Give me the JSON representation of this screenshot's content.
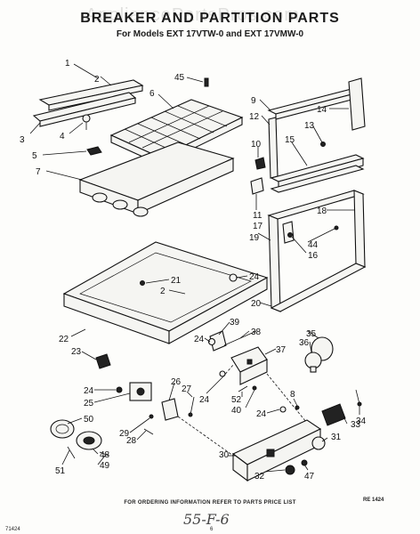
{
  "header": {
    "title": "BREAKER AND PARTITION PARTS",
    "models": "For Models EXT 17VTW-0 and EXT 17VMW-0"
  },
  "watermark": "AppliancePartsPros.com",
  "footer": {
    "ordering_note": "FOR ORDERING INFORMATION REFER TO PARTS PRICE LIST",
    "code_left": "71424",
    "page_number": "6",
    "code_right": "RE 1424",
    "handwritten": "55-F-6"
  },
  "callouts": {
    "c1": "1",
    "c2": "2",
    "c3": "3",
    "c4": "4",
    "c5": "5",
    "c6": "6",
    "c7": "7",
    "c45": "45",
    "c9": "9",
    "c12": "12",
    "c14": "14",
    "c13": "13",
    "c10": "10",
    "c15": "15",
    "c11": "11",
    "c17": "17",
    "c18": "18",
    "c19": "19",
    "c44": "44",
    "c16": "16",
    "c24a": "24",
    "c21": "21",
    "c2b": "2",
    "c20": "20",
    "c22": "22",
    "c39": "39",
    "c35": "35",
    "c36": "36",
    "c38": "38",
    "c24b": "24",
    "c37": "37",
    "c23": "23",
    "c26": "26",
    "c27": "27",
    "c24c": "24",
    "c52": "52",
    "c40": "40",
    "c24d": "24",
    "c25": "25",
    "c50": "50",
    "c29": "29",
    "c28": "28",
    "c24e": "24",
    "c8": "8",
    "c34": "34",
    "c33": "33",
    "c48": "48",
    "c49": "49",
    "c51": "51",
    "c30": "30",
    "c31": "31",
    "c32": "32",
    "c47": "47"
  }
}
